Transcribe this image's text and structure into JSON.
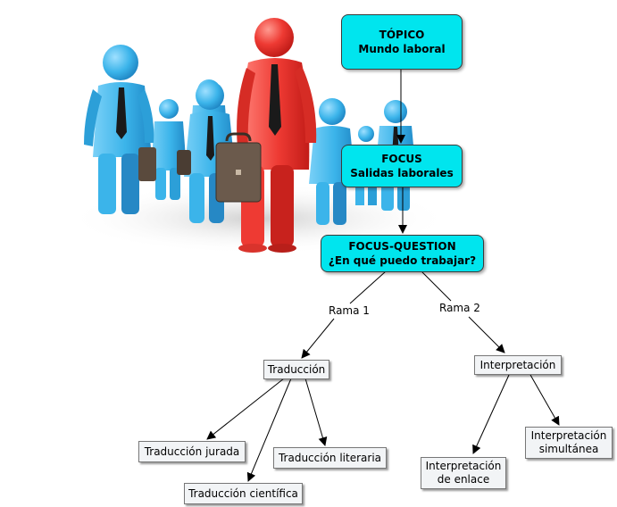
{
  "nodes": {
    "topic": {
      "line1": "TÓPICO",
      "line2": "Mundo laboral"
    },
    "focus": {
      "line1": "FOCUS",
      "line2": "Salidas laborales"
    },
    "focus_question": {
      "line1": "FOCUS-QUESTION",
      "line2": "¿En qué puedo trabajar?"
    },
    "traduccion": "Traducción",
    "interpretacion": "Interpretación",
    "traduccion_jurada": "Traducción jurada",
    "traduccion_cientifica": "Traducción científica",
    "traduccion_literaria": "Traducción literaria",
    "interpretacion_enlace": {
      "line1": "Interpretación",
      "line2": "de enlace"
    },
    "interpretacion_simultanea": {
      "line1": "Interpretación",
      "line2": "simultánea"
    }
  },
  "edge_labels": {
    "rama1": "Rama 1",
    "rama2": "Rama 2"
  },
  "colors": {
    "main_node": "#00e5ee",
    "leaf_node": "#f2f4f6",
    "person_blue": "#3bb4ea",
    "person_red": "#ee3a33",
    "briefcase": "#6b5a4c"
  }
}
